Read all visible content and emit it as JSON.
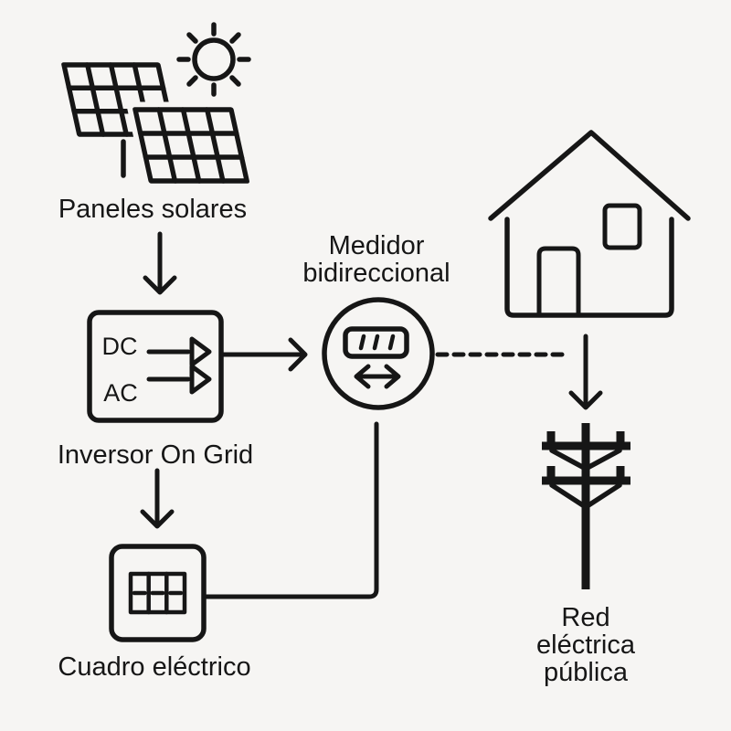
{
  "page": {
    "background_color": "#f6f5f3",
    "stroke_color": "#161616",
    "text_color": "#161616"
  },
  "diagram": {
    "type": "solar-grid-tie-system-diagram",
    "nodes": {
      "solar_panels": {
        "label": "Paneles solares",
        "icon": "solar-panels-icon"
      },
      "sun": {
        "icon": "sun-icon"
      },
      "inverter": {
        "label": "Inversor On Grid",
        "port_dc": "DC",
        "port_ac": "AC",
        "icon": "inverter-box-icon"
      },
      "meter": {
        "label_line1": "Medidor",
        "label_line2": "bidireccional",
        "icon": "bidirectional-meter-icon"
      },
      "electrical_panel": {
        "label": "Cuadro eléctrico",
        "icon": "breaker-panel-icon"
      },
      "house": {
        "icon": "house-icon"
      },
      "grid": {
        "label_line1": "Red",
        "label_line2": "eléctrica",
        "label_line3": "pública",
        "icon": "power-pole-icon"
      }
    },
    "connections": [
      {
        "from": "solar_panels",
        "to": "inverter",
        "style": "solid-arrow"
      },
      {
        "from": "inverter",
        "to": "meter",
        "style": "solid-arrow"
      },
      {
        "from": "inverter",
        "to": "electrical_panel",
        "style": "solid-arrow"
      },
      {
        "from": "electrical_panel",
        "to": "meter",
        "style": "solid-line"
      },
      {
        "from": "meter",
        "to": "house",
        "style": "dashed-line"
      },
      {
        "from": "house",
        "to": "grid",
        "style": "solid-arrow"
      }
    ]
  }
}
